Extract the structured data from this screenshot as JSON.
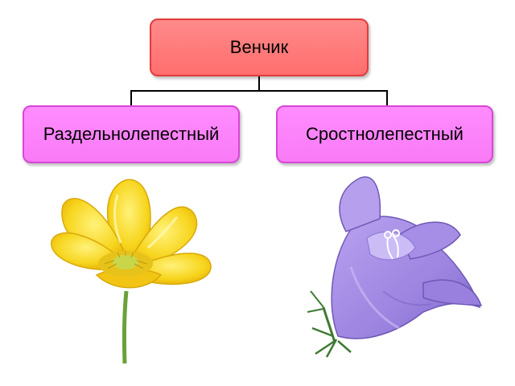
{
  "diagram": {
    "root": {
      "label": "Венчик"
    },
    "children": [
      {
        "label": "Раздельнолепестный"
      },
      {
        "label": "Сростнолепестный"
      }
    ]
  },
  "colors": {
    "root_fill": "#ff7878",
    "child_fill": "#fb82f8",
    "buttercup": "#f7d51d",
    "bellflower": "#a88ee6"
  },
  "illustrations": {
    "left": "buttercup-flower",
    "right": "bellflower-flower"
  }
}
